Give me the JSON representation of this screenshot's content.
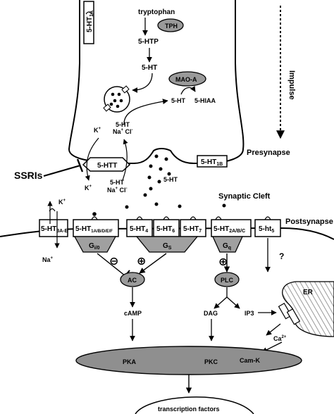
{
  "presynapse": {
    "label": "Presynapse",
    "tryptophan": "tryptophan",
    "tph": "TPH",
    "htp": "5-HTP",
    "ht": "5-HT",
    "mao": "MAO-A",
    "mao_product_left": "5-HT",
    "mao_product_right": "5-HIAA",
    "ht1a_base": "5-HT",
    "ht1a_sub": "1A",
    "ht1b_base": "5-HT",
    "ht1b_sub": "1B",
    "impulse": "Impulse",
    "ions_k": "K",
    "ions_top_ht": "5-HT",
    "ions_top_na": "Na",
    "ions_top_cl": "Cl",
    "htt": "5-HTT",
    "ions_bottom_ht": "5-HT",
    "ions_bottom_na": "Na",
    "ions_bottom_cl": "Cl",
    "ions_bottom_k": "K",
    "released_ht": "5-HT"
  },
  "drug": {
    "label": "SSRIs"
  },
  "cleft": {
    "label": "Synaptic Cleft"
  },
  "postsynapse": {
    "label": "Postsynapse",
    "receptors": [
      {
        "base": "5-HT",
        "sub": "3A-E"
      },
      {
        "base": "5-HT",
        "sub": "1A/B/D/E/F"
      },
      {
        "base": "5-HT",
        "sub": "4"
      },
      {
        "base": "5-HT",
        "sub": "6"
      },
      {
        "base": "5-HT",
        "sub": "7"
      },
      {
        "base": "5-HT",
        "sub": "2A/B/C"
      },
      {
        "base": "5-ht",
        "sub": "5"
      }
    ],
    "k_label": "K",
    "na_label": "Na",
    "g_proteins": [
      {
        "base": "G",
        "sub": "i/0"
      },
      {
        "base": "G",
        "sub": "S"
      },
      {
        "base": "G",
        "sub": "q"
      }
    ],
    "minus": "⊖",
    "plus": "⊕",
    "plus_plc": "⊕",
    "question": "?",
    "ac": "AC",
    "plc": "PLC",
    "camp": "cAMP",
    "dag": "DAG",
    "ip3": "IP3",
    "er": "ER",
    "ca": "Ca",
    "ca_sup": "2+",
    "pka": "PKA",
    "pkc": "PKC",
    "camk": "Cam-K",
    "nucleus": "transcription factors"
  }
}
